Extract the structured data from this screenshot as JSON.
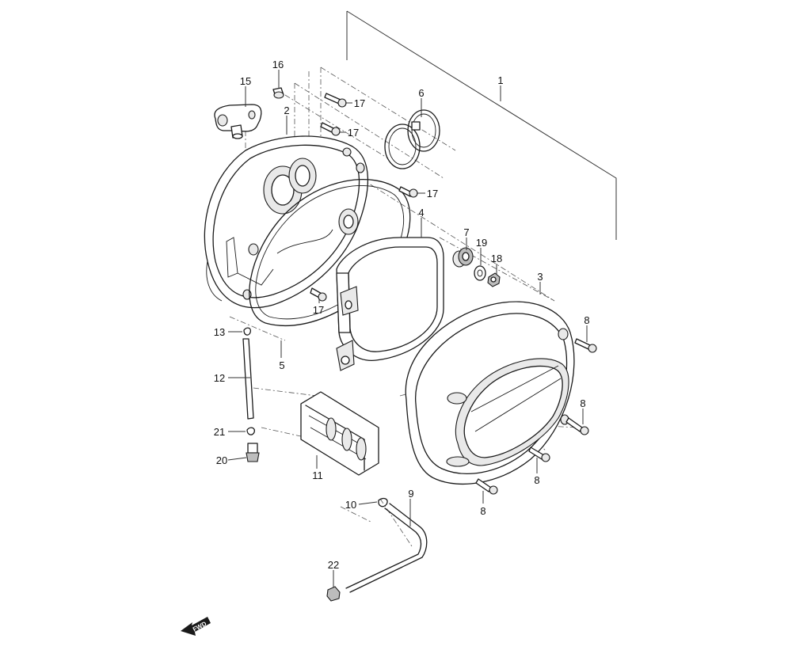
{
  "callouts": [
    "1",
    "2",
    "3",
    "4",
    "5",
    "6",
    "7",
    "8",
    "8",
    "8",
    "8",
    "9",
    "10",
    "11",
    "12",
    "13",
    "15",
    "16",
    "17",
    "17",
    "17",
    "17",
    "18",
    "19",
    "20",
    "21",
    "22"
  ],
  "fwd_label": "FWD"
}
